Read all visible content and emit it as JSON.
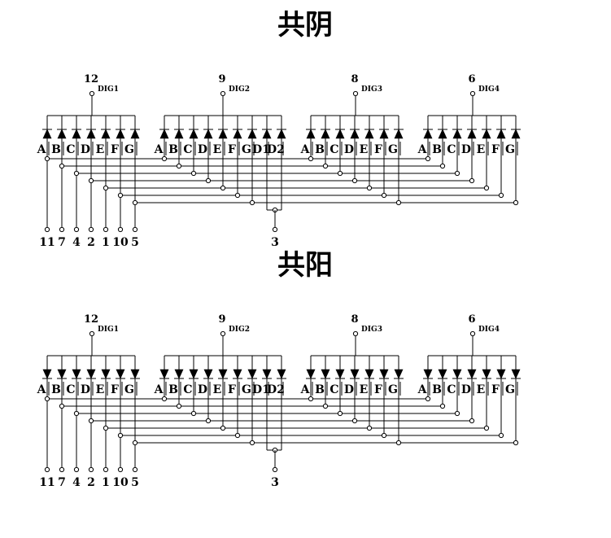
{
  "diagrams": [
    {
      "title": "共阴",
      "digits": [
        {
          "label": "DIG1",
          "pin": "12",
          "segments": [
            "A",
            "B",
            "C",
            "D",
            "E",
            "F",
            "G"
          ]
        },
        {
          "label": "DIG2",
          "pin": "9",
          "segments": [
            "A",
            "B",
            "C",
            "D",
            "E",
            "F",
            "G",
            "D1",
            "D2"
          ]
        },
        {
          "label": "DIG3",
          "pin": "8",
          "segments": [
            "A",
            "B",
            "C",
            "D",
            "E",
            "F",
            "G"
          ]
        },
        {
          "label": "DIG4",
          "pin": "6",
          "segments": [
            "A",
            "B",
            "C",
            "D",
            "E",
            "F",
            "G"
          ]
        }
      ],
      "segment_pins": [
        "11",
        "7",
        "4",
        "2",
        "1",
        "10",
        "5"
      ],
      "dot_pin": "3"
    },
    {
      "title": "共阳",
      "digits": [
        {
          "label": "DIG1",
          "pin": "12",
          "segments": [
            "A",
            "B",
            "C",
            "D",
            "E",
            "F",
            "G"
          ]
        },
        {
          "label": "DIG2",
          "pin": "9",
          "segments": [
            "A",
            "B",
            "C",
            "D",
            "E",
            "F",
            "G",
            "D1",
            "D2"
          ]
        },
        {
          "label": "DIG3",
          "pin": "8",
          "segments": [
            "A",
            "B",
            "C",
            "D",
            "E",
            "F",
            "G"
          ]
        },
        {
          "label": "DIG4",
          "pin": "6",
          "segments": [
            "A",
            "B",
            "C",
            "D",
            "E",
            "F",
            "G"
          ]
        }
      ],
      "segment_pins": [
        "11",
        "7",
        "4",
        "2",
        "1",
        "10",
        "5"
      ],
      "dot_pin": "3"
    }
  ]
}
